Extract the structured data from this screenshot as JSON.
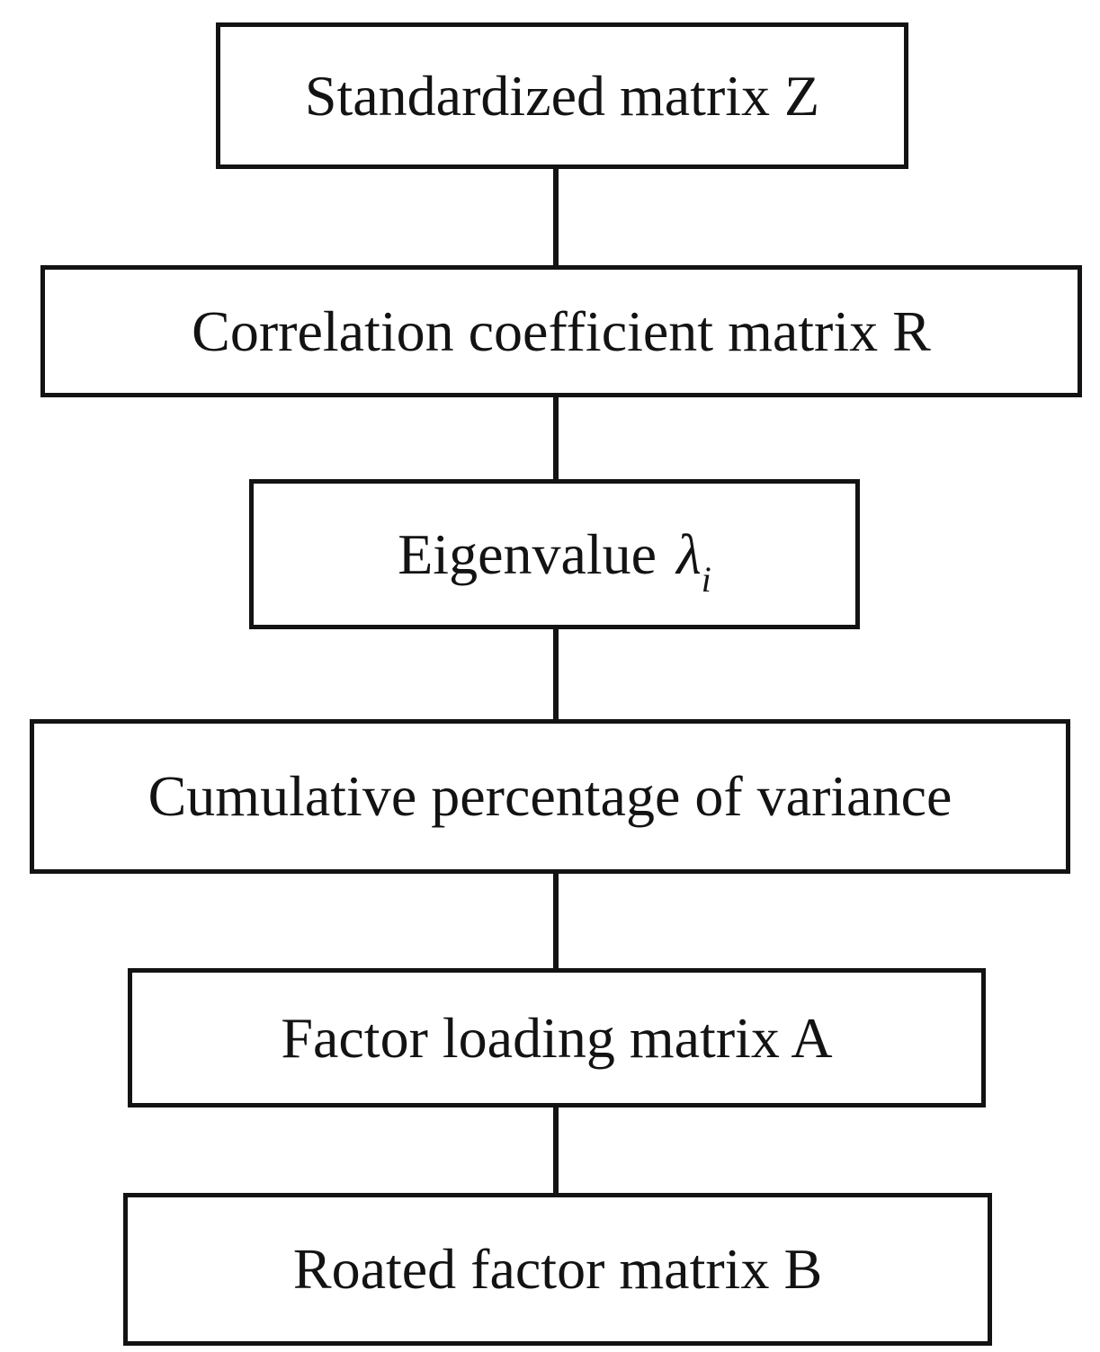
{
  "figure": {
    "type": "flowchart",
    "background_color": "#ffffff",
    "line_color": "#131313",
    "text_color": "#131313"
  },
  "flowchart": {
    "direction": "top-to-bottom",
    "nodes": [
      {
        "id": "standardized-matrix",
        "label": "Standardized matrix Z"
      },
      {
        "id": "correlation-matrix",
        "label": "Correlation coefficient matrix R"
      },
      {
        "id": "eigenvalue",
        "label": "Eigenvalue ",
        "symbol": "λ",
        "subscript": "i"
      },
      {
        "id": "cumulative-variance",
        "label": "Cumulative percentage of variance"
      },
      {
        "id": "factor-loading",
        "label": "Factor loading matrix A"
      },
      {
        "id": "rotated-factor",
        "label": "Roated factor matrix B"
      }
    ],
    "connections": [
      {
        "from": "standardized-matrix",
        "to": "correlation-matrix"
      },
      {
        "from": "correlation-matrix",
        "to": "eigenvalue"
      },
      {
        "from": "eigenvalue",
        "to": "cumulative-variance"
      },
      {
        "from": "cumulative-variance",
        "to": "factor-loading"
      },
      {
        "from": "factor-loading",
        "to": "rotated-factor"
      }
    ]
  }
}
